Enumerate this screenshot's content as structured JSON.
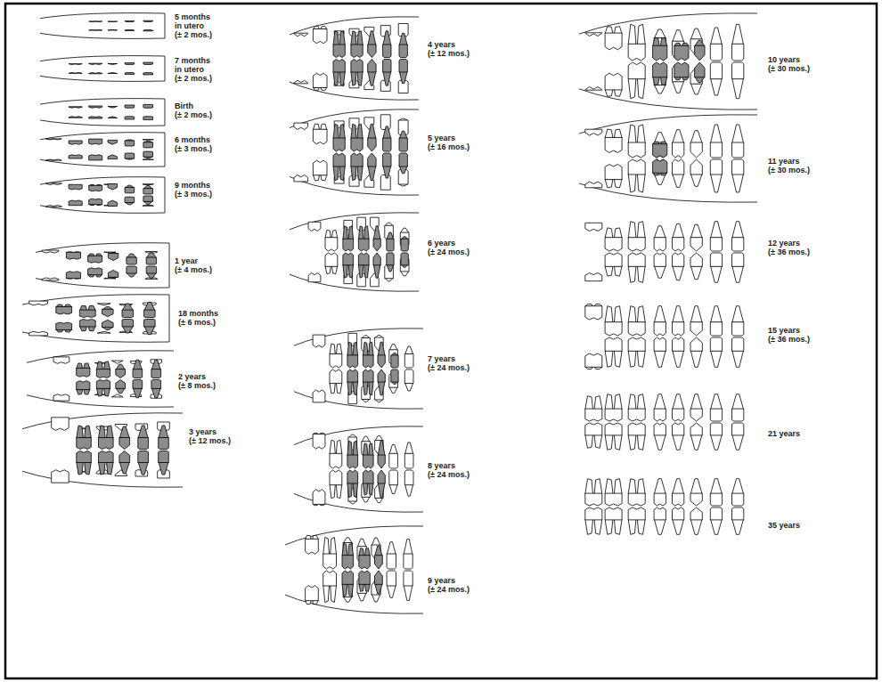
{
  "diagram": {
    "labels": [
      "5 months in utero",
      "(± 2 mos.)",
      "7 months in utero",
      "(± 2 mos.)",
      "Birth",
      "(± 2 mos.)",
      "6 months",
      "(± 3 mos.)",
      "9 months",
      "(± 3 mos.)",
      "1 year",
      "(± 4 mos.)",
      "18 months",
      "(± 6 mos.)",
      "2 years",
      "(± 8 mos.)",
      "3 years",
      "(± 12 mos.)",
      "4 years",
      "(± 12 mos.)",
      "5 years",
      "(± 16 mos.)",
      "6 years",
      "(± 24 mos.)",
      "7 years",
      "(± 24 mos.)",
      "8 years",
      "(± 24 mos.)",
      "9 years",
      "(± 24 mos.)",
      "10 years",
      "(± 30 mos.)",
      "11 years",
      "(± 30 mos.)",
      "12 years",
      "(± 36 mos.)",
      "15 years",
      "(± 36 mos.)",
      "21 years",
      "35 years"
    ]
  }
}
